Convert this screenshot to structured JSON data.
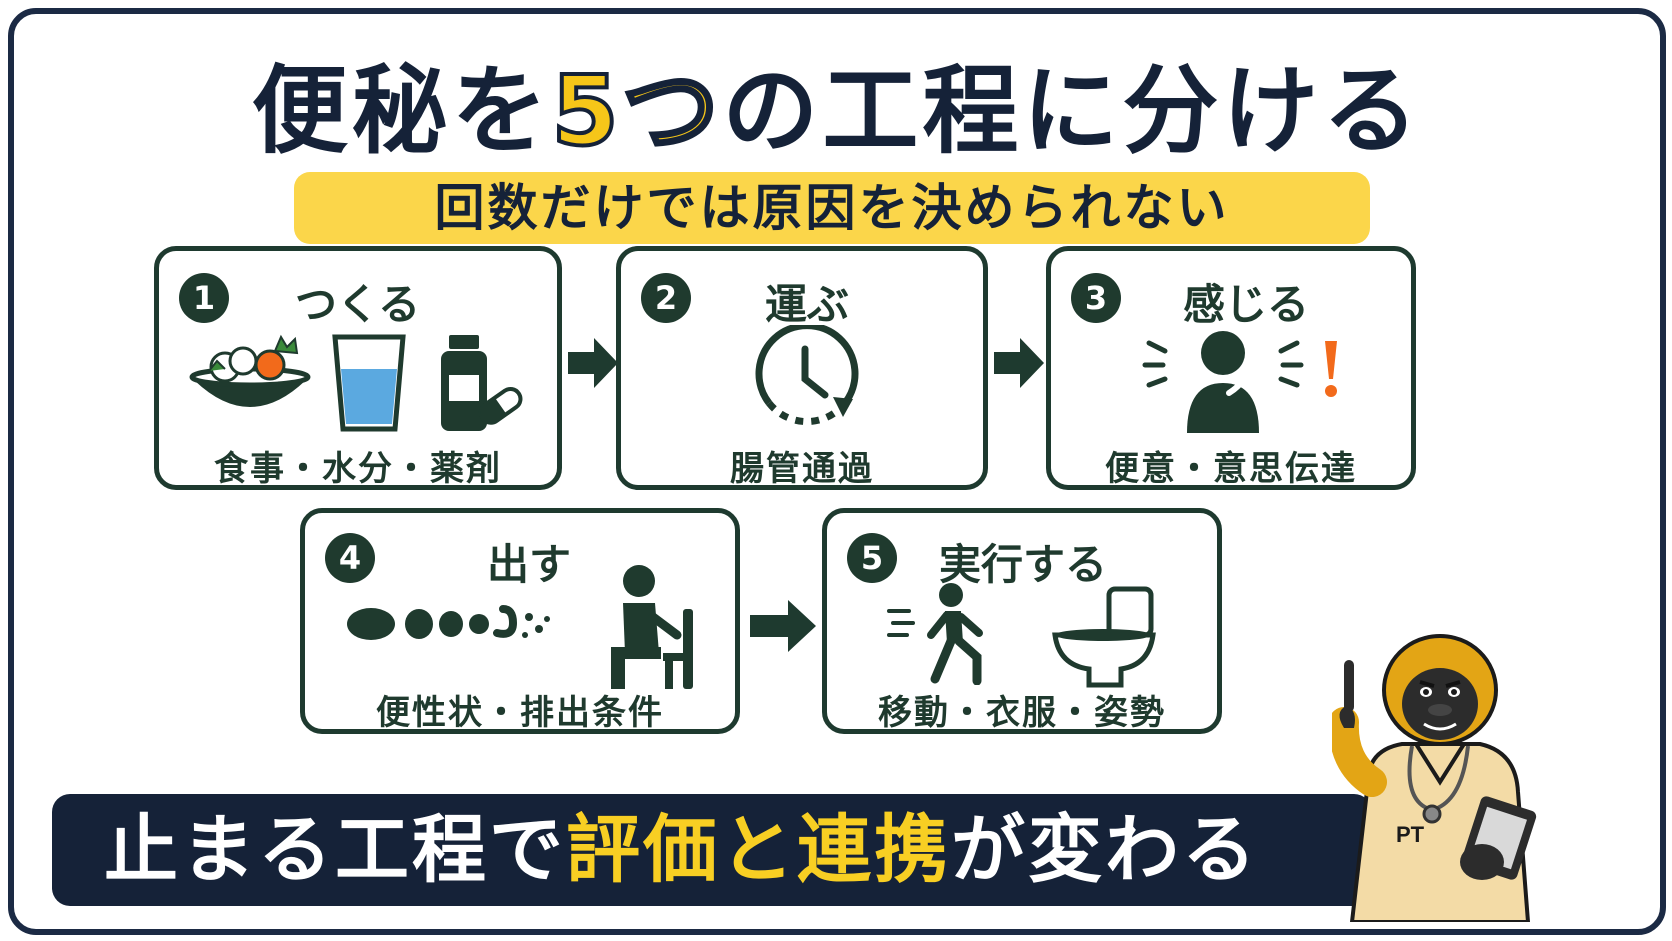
{
  "title": {
    "part1": "便秘を",
    "accent": "5つ",
    "part2": "の工程に分ける"
  },
  "subtitle": "回数だけでは原因を決められない",
  "steps": [
    {
      "number": "1",
      "title": "つくる",
      "caption": "食事・水分・薬剤",
      "icons": [
        "food-bowl-icon",
        "water-glass-icon",
        "medicine-bottle-icon"
      ]
    },
    {
      "number": "2",
      "title": "運ぶ",
      "caption": "腸管通過",
      "icons": [
        "clock-cycle-icon"
      ]
    },
    {
      "number": "3",
      "title": "感じる",
      "caption": "便意・意思伝達",
      "icons": [
        "person-sensing-icon",
        "exclamation-icon"
      ]
    },
    {
      "number": "4",
      "title": "出す",
      "caption": "便性状・排出条件",
      "icons": [
        "stool-forms-icon",
        "seated-person-icon"
      ]
    },
    {
      "number": "5",
      "title": "実行する",
      "caption": "移動・衣服・姿勢",
      "icons": [
        "walking-person-icon",
        "toilet-icon"
      ]
    }
  ],
  "banner": {
    "part1": "止まる工程で",
    "hl1": "評価と連携",
    "part2": "が変わる"
  },
  "mascot": {
    "badge": "PT"
  },
  "colors": {
    "navy": "#152238",
    "green": "#1e3a2f",
    "yellow": "#f6c619",
    "accent_orange": "#f26a1b"
  }
}
